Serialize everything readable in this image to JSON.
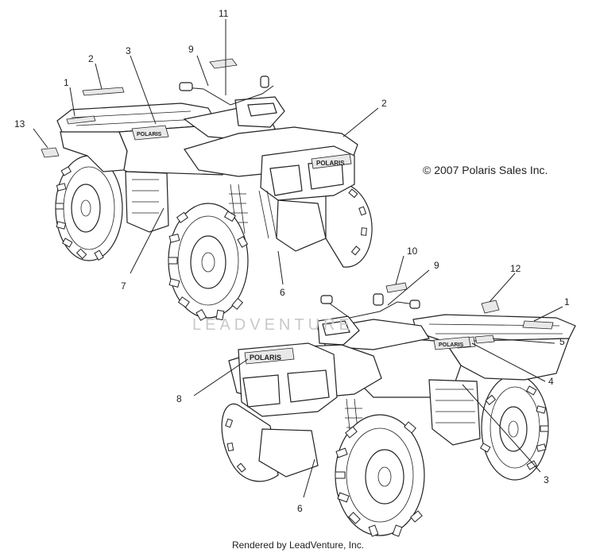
{
  "copyright": "© 2007 Polaris Sales Inc.",
  "footer": "Rendered by LeadVenture, Inc.",
  "watermark": "LEADVENTURE",
  "brand_logo_text": "POLARIS",
  "callouts": {
    "top_view": {
      "c1": "1",
      "c2a": "2",
      "c2b": "2",
      "c3": "3",
      "c6": "6",
      "c7": "7",
      "c9": "9",
      "c11": "11",
      "c13": "13"
    },
    "bottom_view": {
      "c1": "1",
      "c3": "3",
      "c4": "4",
      "c5": "5",
      "c6": "6",
      "c8": "8",
      "c9": "9",
      "c10": "10",
      "c12": "12"
    }
  }
}
